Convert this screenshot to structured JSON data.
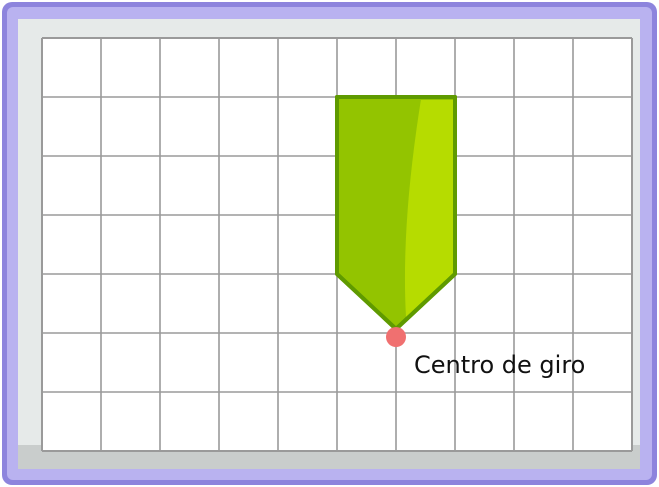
{
  "diagram": {
    "pivot_label": "Centro de giro",
    "grid": {
      "columns": 10,
      "rows": 7
    },
    "shape": {
      "kind": "arrow-pentagon",
      "cells": {
        "col_start": 5,
        "col_end": 7,
        "row_start": 1,
        "row_end": 4
      },
      "tip": {
        "col": 6,
        "row": 5
      }
    },
    "colors": {
      "frame_outer": "#8d84dd",
      "frame_inner": "#b9b2f0",
      "mat_light": "#e9edec",
      "mat_dark": "#c9cdcc",
      "grid_line": "#9a9a9a",
      "grid_bg": "#ffffff",
      "shape_fill": "#93c400",
      "shape_highlight": "#b6dc00",
      "shape_stroke": "#5f9a00",
      "pivot": "#f07070"
    }
  }
}
